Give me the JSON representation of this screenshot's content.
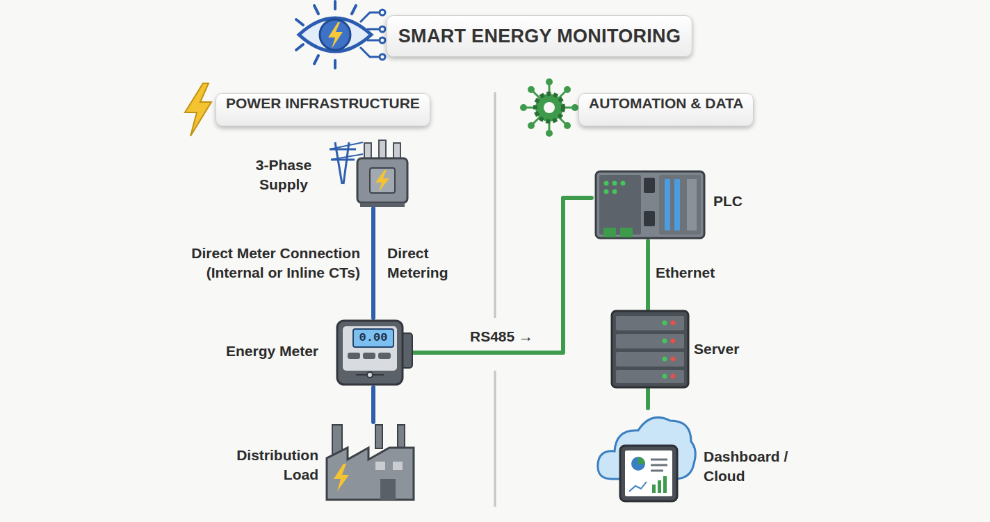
{
  "diagram": {
    "title": "SMART ENERGY MONITORING",
    "nodes": [
      {
        "text": [
          "POWER INFRASTRUCTURE"
        ]
      },
      {
        "text": [
          "AUTOMATION & DATA"
        ]
      },
      {
        "text": [
          "3-Phase Supply"
        ]
      },
      {
        "text": [
          "PLC"
        ]
      },
      {
        "text": [
          "Energy Meter"
        ]
      },
      {
        "text": [
          "Server"
        ]
      },
      {
        "text": [
          "Distribution Load"
        ]
      },
      {
        "text": [
          "Dashboard / Cloud"
        ]
      }
    ],
    "edges": [
      {
        "from": 2,
        "to": 4,
        "label": "Direct Metering",
        "arrow": "none"
      },
      {
        "from": 4,
        "to": 6,
        "arrow": "none"
      },
      {
        "from": 4,
        "to": 3,
        "label": "RS485 →",
        "arrow": "none"
      },
      {
        "from": 3,
        "to": 5,
        "label": "Ethernet",
        "arrow": "none"
      },
      {
        "from": 5,
        "to": 7,
        "arrow": "none"
      }
    ],
    "labels": [
      "Direct Meter Connection (Internal or Inline CTs)",
      "0.00"
    ]
  }
}
